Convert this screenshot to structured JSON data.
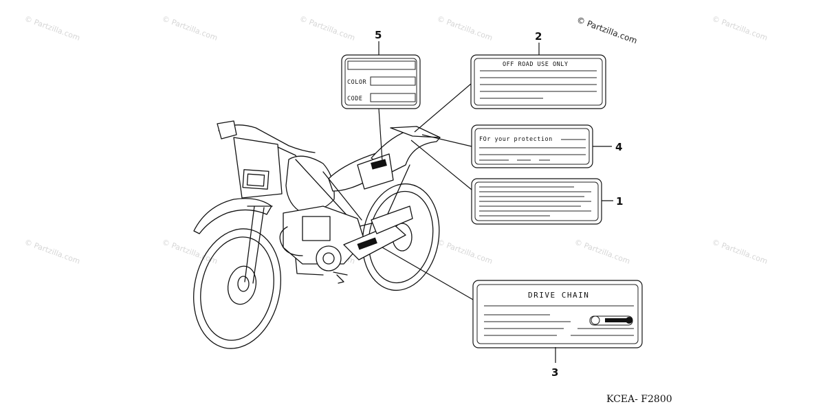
{
  "watermark": {
    "main": "© Partzilla.com",
    "repeat": "© Partzilla.com"
  },
  "callouts": {
    "c1": "1",
    "c2": "2",
    "c3": "3",
    "c4": "4",
    "c5": "5"
  },
  "labels": {
    "label2_text": "OFF ROAD USE ONLY",
    "label4_text": "FOr your protection",
    "label5_color": "COLOR",
    "label5_code": "CODE",
    "label3_text": "DRIVE CHAIN"
  },
  "diagram_code": "KCEA- F2800"
}
